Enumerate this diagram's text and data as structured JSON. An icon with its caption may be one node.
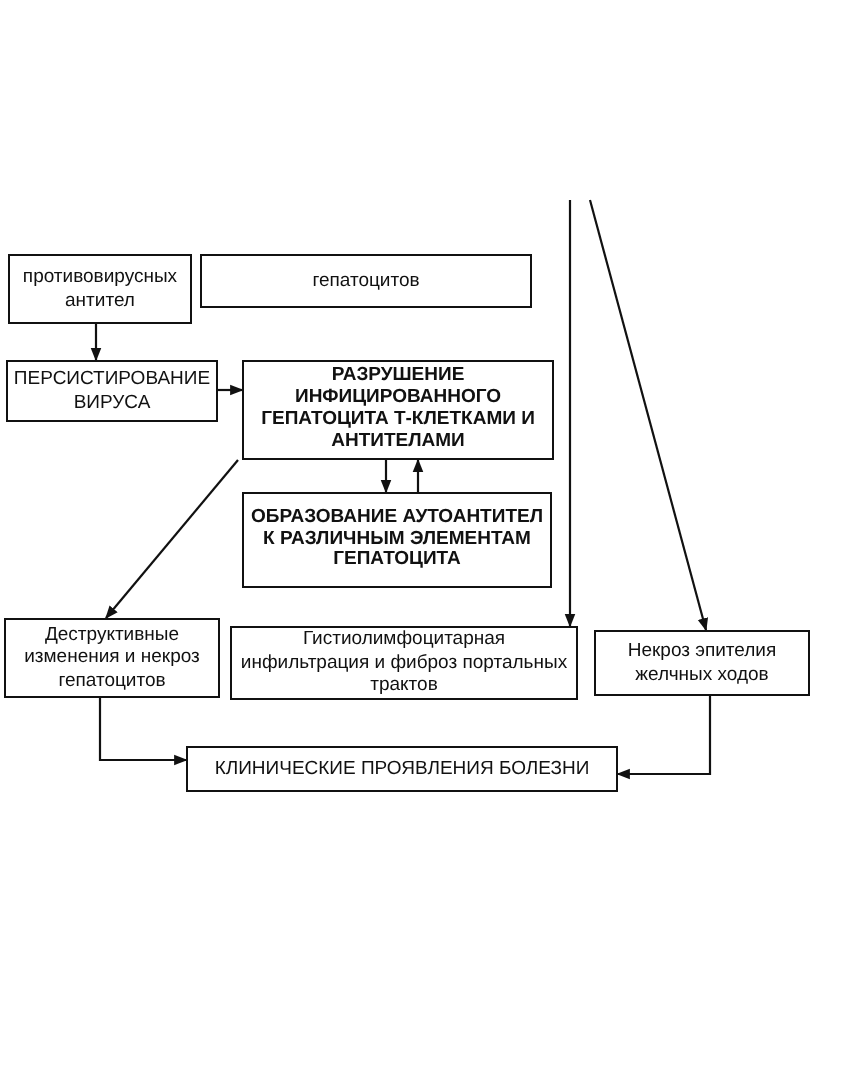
{
  "diagram": {
    "nodes": [
      {
        "text": [
          "противовирусных антител"
        ]
      },
      {
        "text": [
          "гепатоцитов"
        ]
      },
      {
        "text": [
          "ПЕРСИСТИРОВАНИЕ ВИРУСА"
        ]
      },
      {
        "text": [
          "РАЗРУШЕНИЕ ИНФИЦИРОВАННОГО ГЕПАТОЦИТА Т-КЛЕТКАМИ И АНТИТЕЛАМИ"
        ]
      },
      {
        "text": [
          "ОБРАЗОВАНИЕ АУТОАНТИТЕЛ К РАЗЛИЧНЫМ ЭЛЕМЕНТАМ ГЕПАТОЦИТА"
        ]
      },
      {
        "text": [
          "Деструктивные изменения и некроз гепатоцитов"
        ]
      },
      {
        "text": [
          "Гистиолимфоцитарная инфильтрация и фиброз портальных трактов"
        ]
      },
      {
        "text": [
          "Некроз эпителия желчных ходов"
        ]
      },
      {
        "text": [
          "КЛИНИЧЕСКИЕ ПРОЯВЛЕНИЯ БОЛЕЗНИ"
        ]
      }
    ],
    "edges": [
      {
        "from": 0,
        "to": 2,
        "arrow": "to"
      },
      {
        "from": 2,
        "to": 3,
        "arrow": "to"
      },
      {
        "from": 3,
        "to": 4,
        "arrow": "to"
      },
      {
        "from": 4,
        "to": 3,
        "arrow": "to"
      },
      {
        "from": 3,
        "to": 5,
        "arrow": "to"
      },
      {
        "from": null,
        "to": 6,
        "arrow": "to"
      },
      {
        "from": null,
        "to": 7,
        "arrow": "to"
      },
      {
        "from": 5,
        "to": 8,
        "arrow": "to"
      },
      {
        "from": 7,
        "to": 8,
        "arrow": "to"
      }
    ]
  }
}
